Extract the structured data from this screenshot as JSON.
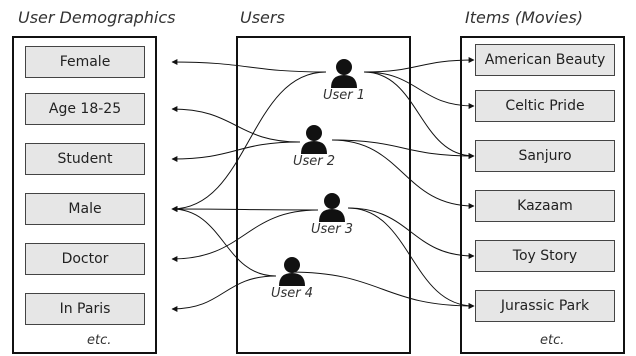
{
  "titles": {
    "demographics": "User Demographics",
    "users": "Users",
    "items": "Items (Movies)"
  },
  "demographics": [
    "Female",
    "Age 18-25",
    "Student",
    "Male",
    "Doctor",
    "In Paris"
  ],
  "users": [
    "User 1",
    "User 2",
    "User 3",
    "User 4"
  ],
  "items": [
    "American Beauty",
    "Celtic Pride",
    "Sanjuro",
    "Kazaam",
    "Toy Story",
    "Jurassic Park"
  ],
  "etc_label": "etc.",
  "edges": {
    "user_to_demographic": [
      [
        "User 1",
        "Female"
      ],
      [
        "User 2",
        "Age 18-25"
      ],
      [
        "User 2",
        "Student"
      ],
      [
        "User 3",
        "Male"
      ],
      [
        "User 3",
        "Doctor"
      ],
      [
        "User 4",
        "Male"
      ],
      [
        "User 4",
        "In Paris"
      ],
      [
        "User 1",
        "Male"
      ]
    ],
    "user_to_item": [
      [
        "User 1",
        "American Beauty"
      ],
      [
        "User 1",
        "Celtic Pride"
      ],
      [
        "User 1",
        "Sanjuro"
      ],
      [
        "User 2",
        "Sanjuro"
      ],
      [
        "User 2",
        "Kazaam"
      ],
      [
        "User 3",
        "Toy Story"
      ],
      [
        "User 3",
        "Jurassic Park"
      ],
      [
        "User 4",
        "Jurassic Park"
      ]
    ]
  }
}
